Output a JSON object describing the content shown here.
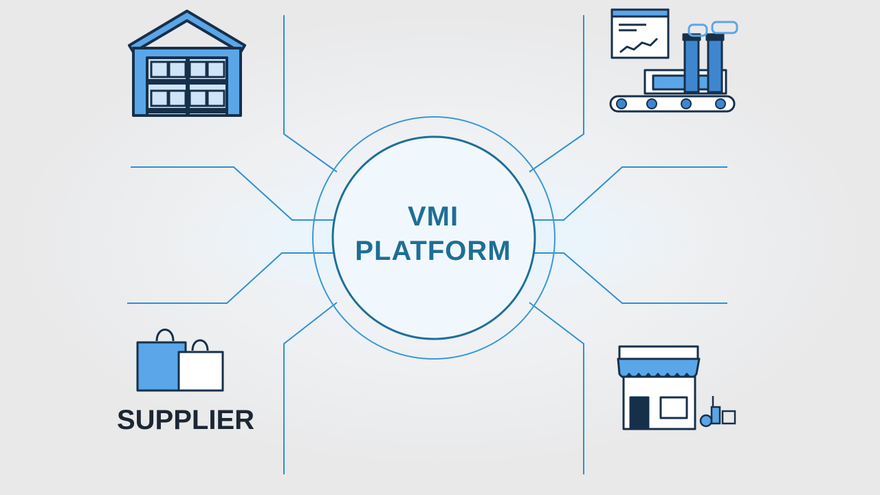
{
  "center": {
    "line1": "VMI",
    "line2": "PLATFORM"
  },
  "nodes": {
    "supplier": {
      "label": "SUPPLIER",
      "icon": "shopping-bags-icon"
    },
    "warehouse": {
      "icon": "warehouse-icon"
    },
    "manufacturer": {
      "icon": "factory-conveyor-icon"
    },
    "retailer": {
      "icon": "storefront-icon"
    }
  },
  "colors": {
    "accent": "#1d6f96",
    "line": "#2f8fd4",
    "icon_fill": "#5aa6e8",
    "icon_stroke": "#17304a",
    "label": "#1b2733"
  }
}
